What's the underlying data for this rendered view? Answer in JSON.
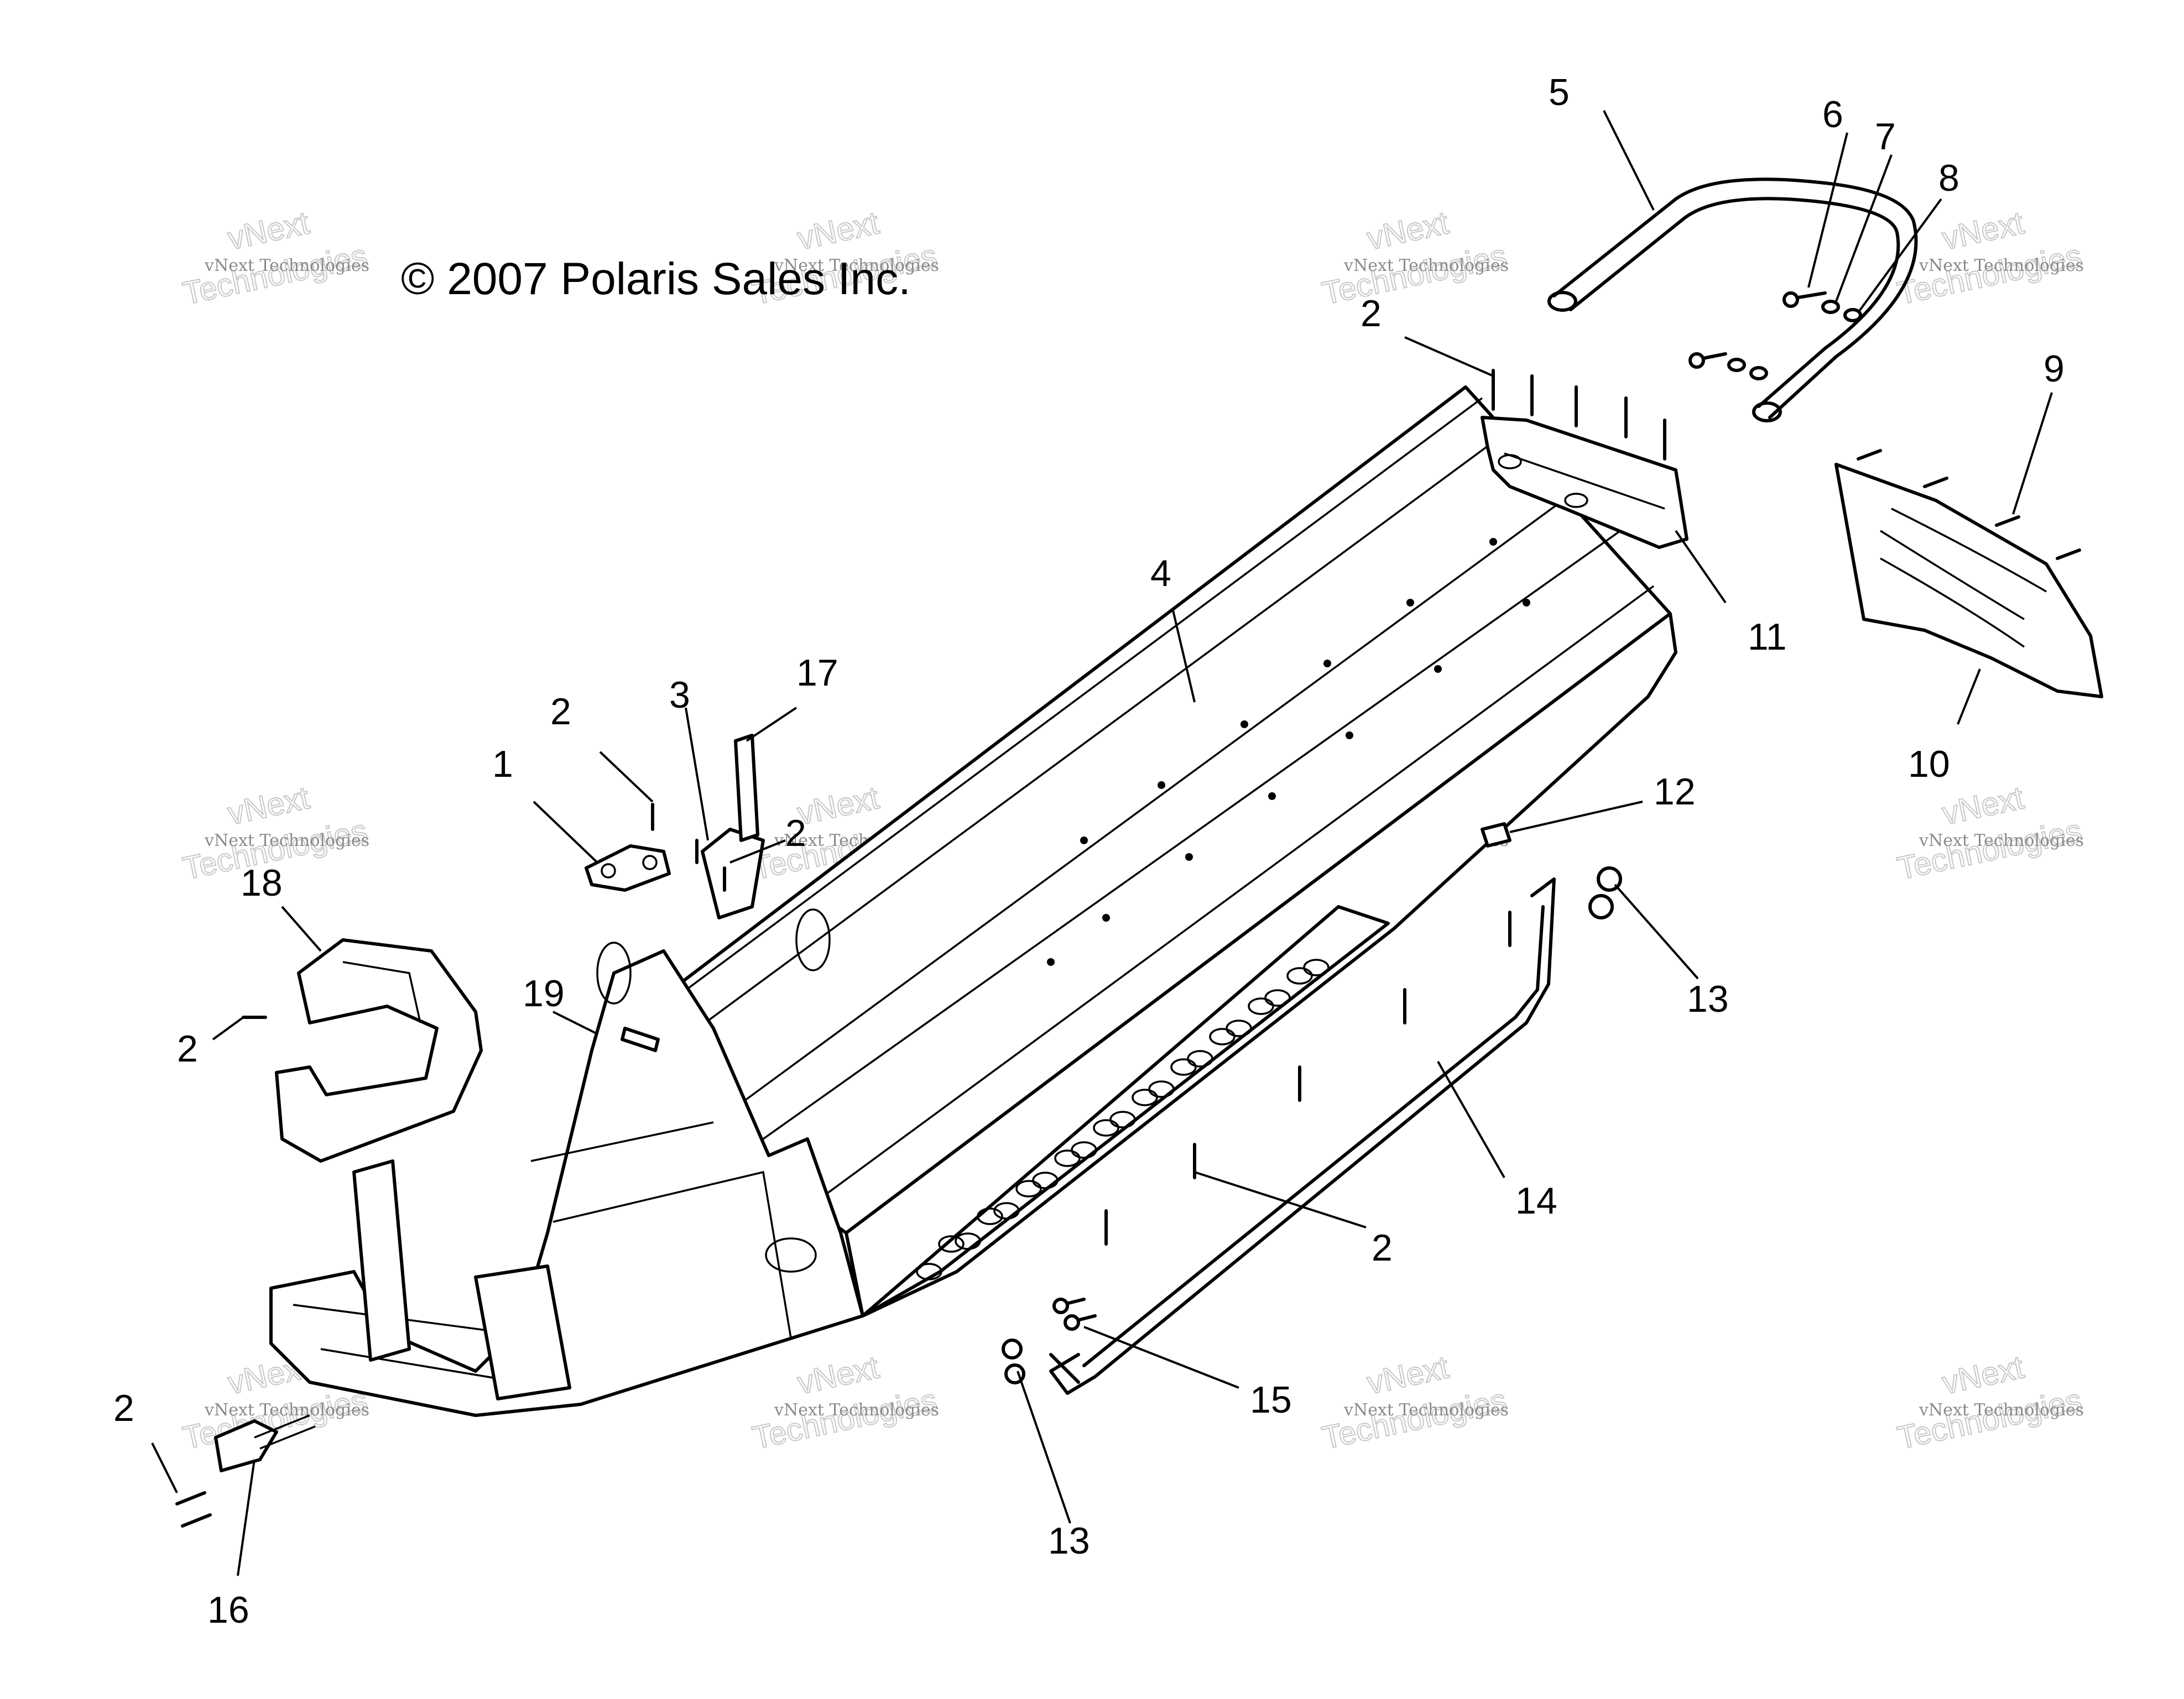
{
  "copyright": "© 2007 Polaris Sales Inc.",
  "watermark": {
    "small": "vNext Technologies",
    "big_word_1": "vNext",
    "big_word_2": "Technologies"
  },
  "callouts": {
    "c1": "1",
    "c2_a": "2",
    "c2_b": "2",
    "c2_c": "2",
    "c2_d": "2",
    "c2_e": "2",
    "c2_f": "2",
    "c3": "3",
    "c4": "4",
    "c5": "5",
    "c6": "6",
    "c7": "7",
    "c8": "8",
    "c9": "9",
    "c10": "10",
    "c11": "11",
    "c12": "12",
    "c13_a": "13",
    "c13_b": "13",
    "c14": "14",
    "c15": "15",
    "c16": "16",
    "c17": "17",
    "c18": "18",
    "c19": "19"
  }
}
